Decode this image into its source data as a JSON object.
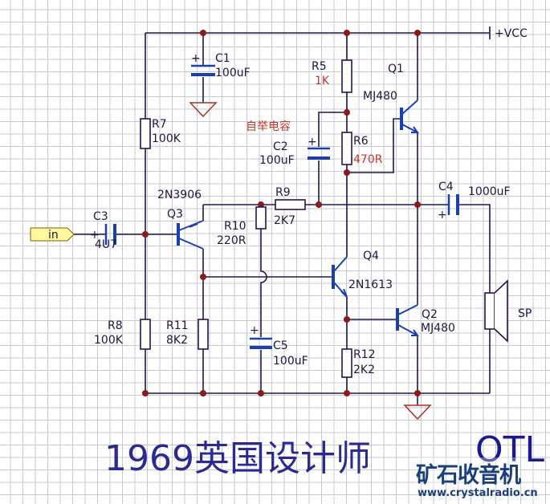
{
  "supply": "+VCC",
  "input_label": "in",
  "components": {
    "C1": {
      "name": "C1",
      "value": "100uF"
    },
    "C2": {
      "name": "C2",
      "value": "100uF",
      "note": "自举电容"
    },
    "C3": {
      "name": "C3",
      "value": "4U7"
    },
    "C4": {
      "name": "C4",
      "value": "1000uF"
    },
    "C5": {
      "name": "C5",
      "value": "100uF"
    },
    "R5": {
      "name": "R5",
      "value": "1K"
    },
    "R6": {
      "name": "R6",
      "value": "470R"
    },
    "R7": {
      "name": "R7",
      "value": "100K"
    },
    "R8": {
      "name": "R8",
      "value": "100K"
    },
    "R9": {
      "name": "R9",
      "value": "2K7"
    },
    "R10": {
      "name": "R10",
      "value": "220R"
    },
    "R11": {
      "name": "R11",
      "value": "8K2"
    },
    "R12": {
      "name": "R12",
      "value": "2K2"
    },
    "Q1": {
      "name": "Q1",
      "value": "MJ480"
    },
    "Q2": {
      "name": "Q2",
      "value": "MJ480"
    },
    "Q3": {
      "name": "Q3",
      "value": "2N3906"
    },
    "Q4": {
      "name": "Q4",
      "value": "2N1613"
    },
    "SP": {
      "name": "SP"
    }
  },
  "plus": "+",
  "title": "1969英国设计师",
  "title_suffix": "OTL",
  "watermark": {
    "name": "矿石收音机",
    "url": "www.crystalradio.cn"
  }
}
